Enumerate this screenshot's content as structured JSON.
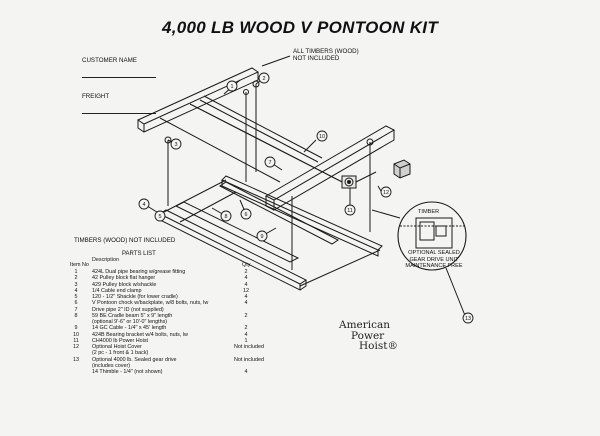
{
  "title": "4,000 LB WOOD V PONTOON KIT",
  "form": {
    "customer_label": "CUSTOMER NAME",
    "freight_label": "FREIGHT"
  },
  "notes": {
    "timbers_top_line1": "ALL TIMBERS (WOOD)",
    "timbers_top_line2": "NOT INCLUDED",
    "timbers_bottom": "TIMBERS (WOOD) NOT INCLUDED"
  },
  "detail": {
    "timber_label": "TIMBER",
    "line1": "OPTIONAL SEALED",
    "line2": "GEAR DRIVE UNIT",
    "line3": "MAINTENANCE FREE"
  },
  "callouts": [
    "1",
    "2",
    "3",
    "4",
    "5",
    "6",
    "7",
    "8",
    "9",
    "10",
    "11",
    "12",
    "13"
  ],
  "parts_list": {
    "title": "PARTS LIST",
    "col_item": "Item No",
    "col_desc": "Description",
    "col_qty": "Qty",
    "rows": [
      {
        "item": "1",
        "desc": "424L Dual pipe bearing w/grease fitting",
        "qty": "2"
      },
      {
        "item": "2",
        "desc": "42 Pulley block flat hanger",
        "qty": "4"
      },
      {
        "item": "3",
        "desc": "429 Pulley block w/shackle",
        "qty": "4"
      },
      {
        "item": "4",
        "desc": "1/4 Cable end clamp",
        "qty": "12"
      },
      {
        "item": "5",
        "desc": "120 - 1/2\" Shackle (for lower cradle)",
        "qty": "4"
      },
      {
        "item": "6",
        "desc": "V Pontoon chock w/backplate, w/8 bolts, nuts, lw",
        "qty": "4"
      },
      {
        "item": "7",
        "desc": "Drive pipe 2\" ID (not supplied)",
        "qty": ""
      },
      {
        "item": "8",
        "desc": "59 BE Cradle beam 5\" x 9\" length",
        "qty": "2"
      },
      {
        "item": "",
        "desc": "(optional 9'-6\" or 10'-0\" lengths)",
        "qty": ""
      },
      {
        "item": "9",
        "desc": "14 GC Cable - 1/4\" x 45' length",
        "qty": "2"
      },
      {
        "item": "10",
        "desc": "424B Bearing bracket w/4 bolts, nuts, lw",
        "qty": "4"
      },
      {
        "item": "11",
        "desc": "CH4000 lb Power Hoist",
        "qty": "1"
      },
      {
        "item": "12",
        "desc": "Optional Hoist Cover",
        "qty": "Not included"
      },
      {
        "item": "",
        "desc": "(2 pc - 1 front & 1 back)",
        "qty": ""
      },
      {
        "item": "13",
        "desc": "Optional 4000 lb. Sealed gear drive",
        "qty": "Not included"
      },
      {
        "item": "",
        "desc": "(includes cover)",
        "qty": ""
      },
      {
        "item": "",
        "desc": "14 Thimble - 1/4\" (not shown)",
        "qty": "4"
      }
    ]
  },
  "brand": {
    "line1": "American",
    "line2": "Power",
    "line3": "Hoist®"
  }
}
